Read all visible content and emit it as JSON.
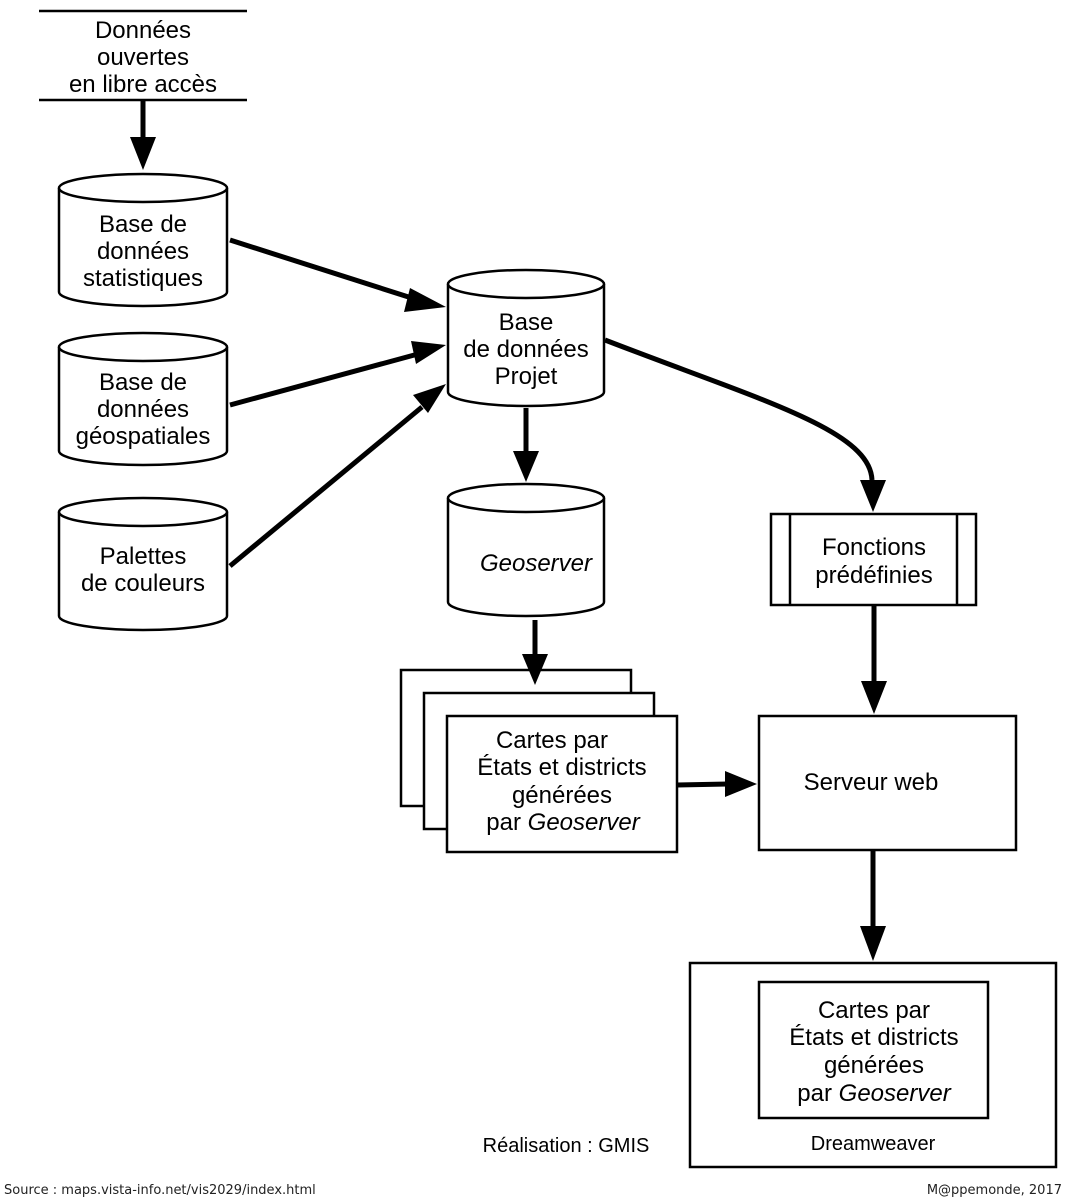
{
  "diagram": {
    "nodes": {
      "open_data": {
        "lines": [
          "Données",
          "ouvertes",
          "en libre accès"
        ]
      },
      "db_stats": {
        "lines": [
          "Base de",
          "données",
          "statistiques"
        ]
      },
      "db_geo": {
        "lines": [
          "Base de",
          "données",
          "géospatiales"
        ]
      },
      "palettes": {
        "lines": [
          "Palettes",
          "de couleurs"
        ]
      },
      "db_project": {
        "lines": [
          "Base",
          "de données",
          "Projet"
        ]
      },
      "geoserver": {
        "lines": [
          "Geoserver"
        ]
      },
      "functions": {
        "lines": [
          "Fonctions",
          "prédéfinies"
        ]
      },
      "maps_generated": {
        "line1": "Cartes par",
        "line2": "États et districts",
        "line3": "générées",
        "line4_prefix": "par ",
        "line4_italic": "Geoserver"
      },
      "web_server": {
        "lines": [
          "Serveur web"
        ]
      },
      "dreamweaver": {
        "label": "Dreamweaver"
      },
      "maps_final": {
        "line1": "Cartes par",
        "line2": "États et districts",
        "line3": "générées",
        "line4_prefix": "par ",
        "line4_italic": "Geoserver"
      }
    },
    "edges": [
      {
        "from": "open_data",
        "to": "db_stats"
      },
      {
        "from": "db_stats",
        "to": "db_project"
      },
      {
        "from": "db_geo",
        "to": "db_project"
      },
      {
        "from": "palettes",
        "to": "db_project"
      },
      {
        "from": "db_project",
        "to": "geoserver"
      },
      {
        "from": "db_project",
        "to": "functions"
      },
      {
        "from": "geoserver",
        "to": "maps_generated"
      },
      {
        "from": "maps_generated",
        "to": "web_server"
      },
      {
        "from": "functions",
        "to": "web_server"
      },
      {
        "from": "web_server",
        "to": "dreamweaver"
      }
    ]
  },
  "credits": {
    "realisation": "Réalisation : GMIS",
    "source": "Source : maps.vista-info.net/vis2029/index.html",
    "copyright": "M@ppemonde, 2017"
  }
}
